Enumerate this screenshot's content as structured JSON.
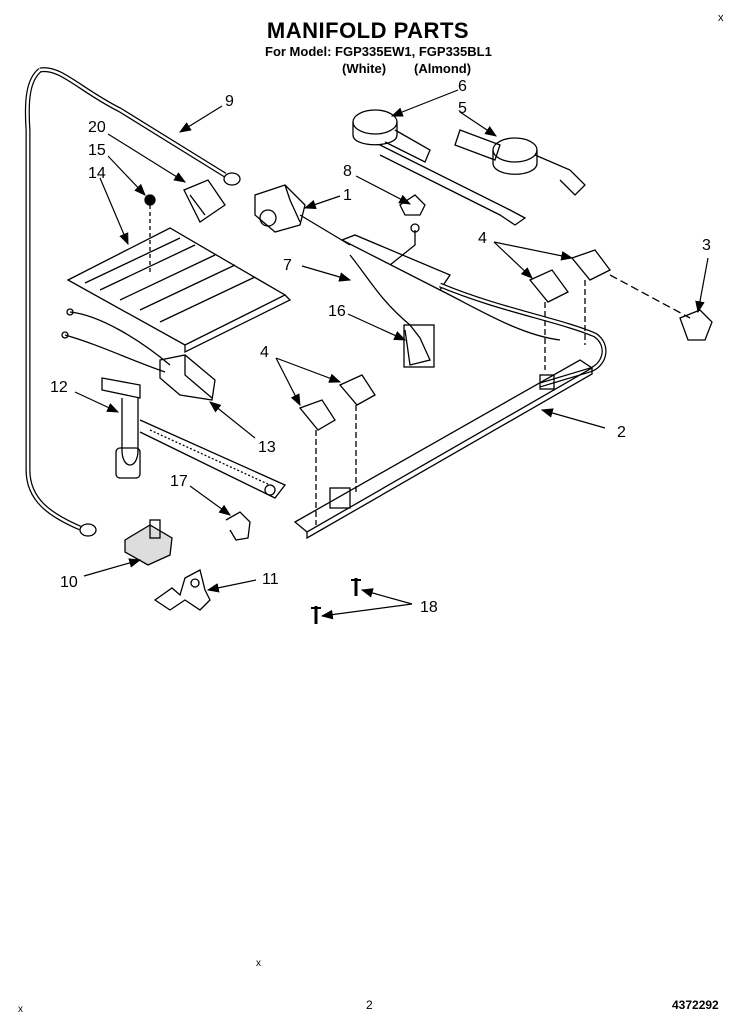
{
  "title": "MANIFOLD PARTS",
  "model_line": "For Model: FGP335EW1, FGP335BL1",
  "color_white": "(White)",
  "color_almond": "(Almond)",
  "page_number": "2",
  "doc_number": "4372292",
  "corner_mark": "x",
  "part_labels": {
    "p1": "1",
    "p2": "2",
    "p3": "3",
    "p4a": "4",
    "p4b": "4",
    "p5": "5",
    "p6": "6",
    "p7": "7",
    "p8": "8",
    "p9": "9",
    "p10": "10",
    "p11": "11",
    "p12": "12",
    "p13": "13",
    "p14": "14",
    "p15": "15",
    "p16": "16",
    "p17": "17",
    "p18": "18",
    "p20": "20"
  }
}
